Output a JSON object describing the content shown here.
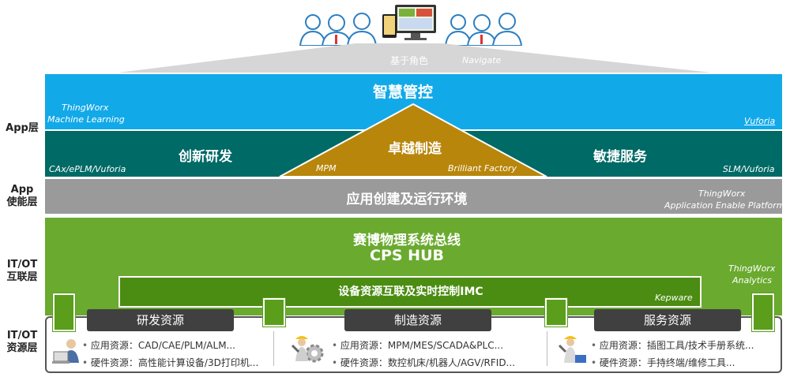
{
  "top": {
    "role_label": "基于角色",
    "navigate_label": "Navigate"
  },
  "layers": {
    "app": "App层",
    "app_enable": "App\n使能层",
    "itot_connect": "IT/OT\n互联层",
    "itot_resource": "IT/OT\n资源层"
  },
  "bands": {
    "smart_control": "智慧管控",
    "thingworx_ml_1": "ThingWorx",
    "thingworx_ml_2": "Machine Learning",
    "vuforia_top": "Vuforia",
    "innovation_rd": "创新研发",
    "cax": "CAx/ePLM/Vuforia",
    "excellence_mfg": "卓越制造",
    "mpm": "MPM",
    "brilliant_factory": "Brilliant  Factory",
    "agile_service": "敏捷服务",
    "slm": "SLM/Vuforia",
    "app_runtime": "应用创建及运行环境",
    "tw_aep_1": "ThingWorx",
    "tw_aep_2": "Application Enable Platform",
    "cps_cn": "赛博物理系统总线",
    "cps_en": "CPS HUB",
    "tw_analytics_1": "ThingWorx",
    "tw_analytics_2": "Analytics",
    "imc": "设备资源互联及实时控制IMC",
    "kepware": "Kepware"
  },
  "resources": [
    {
      "title": "研发资源",
      "line1": "应用资源：CAD/CAE/PLM/ALM...",
      "line2": "硬件资源：高性能计算设备/3D打印机..."
    },
    {
      "title": "制造资源",
      "line1": "应用资源：MPM/MES/SCADA&PLC...",
      "line2": "硬件资源：数控机床/机器人/AGV/RFID..."
    },
    {
      "title": "服务资源",
      "line1": "应用资源：插图工具/技术手册系统...",
      "line2": "硬件资源：手持终端/维修工具..."
    }
  ],
  "colors": {
    "sky": "#12a9e8",
    "teal": "#006a66",
    "gold": "#b8860b",
    "gray": "#9a9a9a",
    "green": "#6aaa2f",
    "dark_green": "#4b8c12"
  },
  "icons": [
    "users-icon",
    "monitor-icon",
    "laptop-user-icon",
    "worker-gear-icon",
    "worker-tools-icon"
  ]
}
